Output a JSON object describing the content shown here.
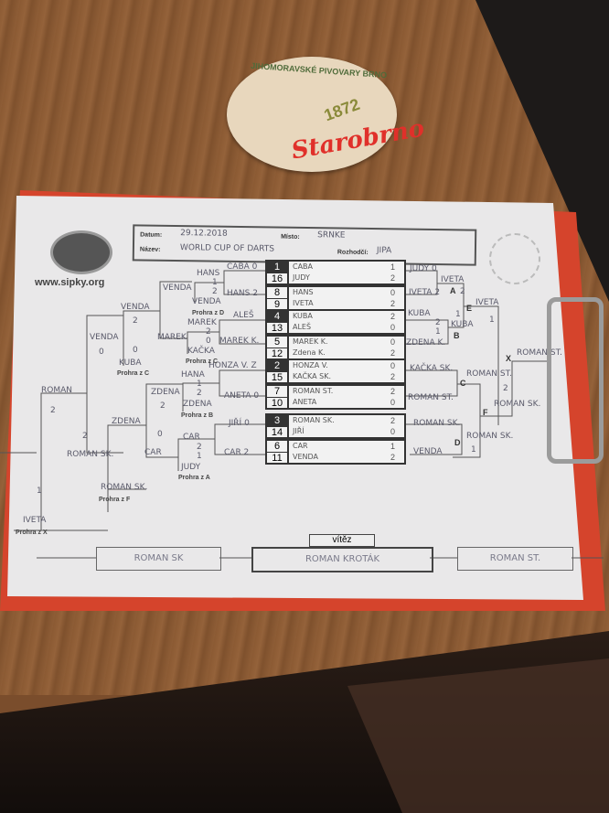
{
  "coaster": {
    "brewery": "JIHOMORAVSKÉ PIVOVARY BRNO",
    "year": "1872",
    "brand": "Starobrno"
  },
  "sheet": {
    "website": "www.sipky.org",
    "header": {
      "date_label": "Datum:",
      "date": "29.12.2018",
      "place_label": "Místo:",
      "place": "SRNKE",
      "name_label": "Název:",
      "name": "WORLD CUP OF DARTS",
      "referee_label": "Rozhodčí:",
      "referee": "JIPA"
    },
    "matches": [
      {
        "seeds": [
          "1",
          "16"
        ],
        "players": [
          "CABA",
          "JUDY"
        ],
        "scores": [
          "1",
          "2"
        ]
      },
      {
        "seeds": [
          "8",
          "9"
        ],
        "players": [
          "HANS",
          "IVETA"
        ],
        "scores": [
          "0",
          "2"
        ]
      },
      {
        "seeds": [
          "4",
          "13"
        ],
        "players": [
          "KUBA",
          "ALEŠ"
        ],
        "scores": [
          "2",
          "0"
        ]
      },
      {
        "seeds": [
          "5",
          "12"
        ],
        "players": [
          "MAREK K.",
          "Zdena K."
        ],
        "scores": [
          "0",
          "2"
        ]
      },
      {
        "seeds": [
          "2",
          "15"
        ],
        "players": [
          "HONZA V.",
          "KAČKA SK."
        ],
        "scores": [
          "0",
          "2"
        ]
      },
      {
        "seeds": [
          "7",
          "10"
        ],
        "players": [
          "ROMAN ST.",
          "ANETA"
        ],
        "scores": [
          "2",
          "0"
        ]
      },
      {
        "seeds": [
          "3",
          "14"
        ],
        "players": [
          "ROMAN SK.",
          "JIŘÍ"
        ],
        "scores": [
          "2",
          "0"
        ]
      },
      {
        "seeds": [
          "6",
          "11"
        ],
        "players": [
          "CAR",
          "VENDA"
        ],
        "scores": [
          "1",
          "2"
        ]
      }
    ],
    "handwritten": [
      "CABA 0",
      "HANS 2",
      "HANS",
      "1",
      "2",
      "VENDA",
      "VENDA",
      "VENDA",
      "2",
      "VENDA",
      "0",
      "0",
      "KUBA",
      "ALEŠ",
      "MAREK K.",
      "MAREK",
      "2",
      "0",
      "MAREK",
      "KAČKA",
      "HONZA V. Z",
      "ANETA 0",
      "HANA",
      "1",
      "2",
      "ZDENA",
      "ZDENA",
      "2",
      "ZDENA",
      "ROMAN",
      "2",
      "2",
      "ROMAN SK.",
      "0",
      "CAR",
      "JIŘÍ 0",
      "CAR 2",
      "CAR",
      "2",
      "1",
      "JUDY",
      "ROMAN SK.",
      "1",
      "IVETA",
      "JUDY 0",
      "IVETA 2",
      "IVETA",
      "2",
      "KUBA",
      "2",
      "1",
      "ZDENA K.",
      "KUBA",
      "1",
      "IVETA",
      "1",
      "KAČKA SK.",
      "ROMAN ST.",
      "ROMAN ST.",
      "2",
      "ROMAN SK.",
      "ROMAN SK.",
      "VENDA",
      "ROMAN SK.",
      "1",
      "ROMAN ST."
    ],
    "loss_labels": [
      "Prohra z D",
      "Prohra z C",
      "Prohra z C",
      "Prohra z B",
      "Prohra z A",
      "Prohra z F",
      "Prohra z X"
    ],
    "bracket_letters": [
      "A",
      "B",
      "E",
      "C",
      "D",
      "F",
      "X"
    ],
    "final": {
      "left": "ROMAN SK",
      "winner_label": "vítěz",
      "winner": "ROMAN KROTÁK",
      "right": "ROMAN ST."
    }
  }
}
